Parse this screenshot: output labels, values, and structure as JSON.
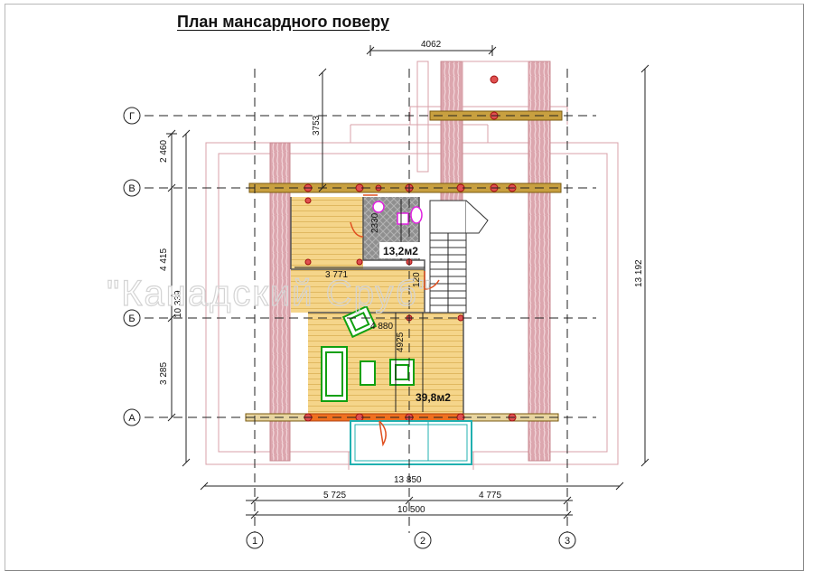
{
  "title": "План мансардного поверу",
  "watermark": "\"Канадский Сруб\"",
  "axes": {
    "rows": [
      "Г",
      "В",
      "Б",
      "А"
    ],
    "cols": [
      "1",
      "2",
      "3"
    ]
  },
  "dimensions": {
    "top_width": "4062",
    "vertical_left_1": "3753",
    "left_2460": "2 460",
    "left_4415": "4 415",
    "left_10339": "10 339",
    "left_3285": "3 285",
    "inner_2330": "2330",
    "inner_3771": "3 771",
    "inner_120": "120",
    "inner_4880": "4 880",
    "inner_4925": "4925",
    "right_total": "13 192",
    "bottom_total": "13 850",
    "bottom_left": "5 725",
    "bottom_right": "4 775",
    "bottom_span": "10 500"
  },
  "rooms": {
    "bathroom_area": "13,2м2",
    "hall_area": "39,8м2"
  },
  "colors": {
    "wall": "#d8a0a8",
    "floor": "#f5d58a",
    "beam": "#c8a040",
    "accent_red": "#d01010",
    "furniture": "#10a010",
    "balcony": "#20b0b0",
    "magenta": "#e020e0"
  }
}
